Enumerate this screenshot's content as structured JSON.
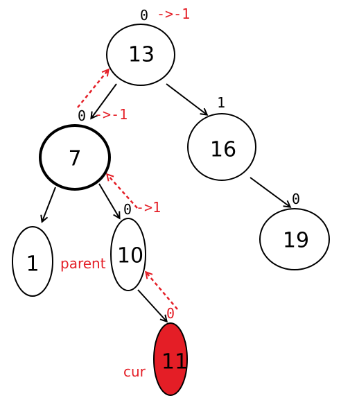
{
  "nodes": {
    "n13": {
      "value": "13",
      "bf": "0",
      "bf_change": "->-1"
    },
    "n7": {
      "value": "7",
      "bf": "0",
      "bf_change": "->-1"
    },
    "n16": {
      "value": "16",
      "bf": "1",
      "bf_change": ""
    },
    "n1": {
      "value": "1",
      "bf": "",
      "bf_change": ""
    },
    "n10": {
      "value": "10",
      "bf": "0",
      "bf_change": "->1"
    },
    "n19": {
      "value": "19",
      "bf": "0",
      "bf_change": ""
    },
    "n11": {
      "value": "11",
      "bf": "",
      "bf_change": "0"
    }
  },
  "pointers": {
    "parent": "parent",
    "cur": "cur"
  },
  "colors": {
    "highlight": "#e41e26",
    "stroke": "#000000"
  }
}
